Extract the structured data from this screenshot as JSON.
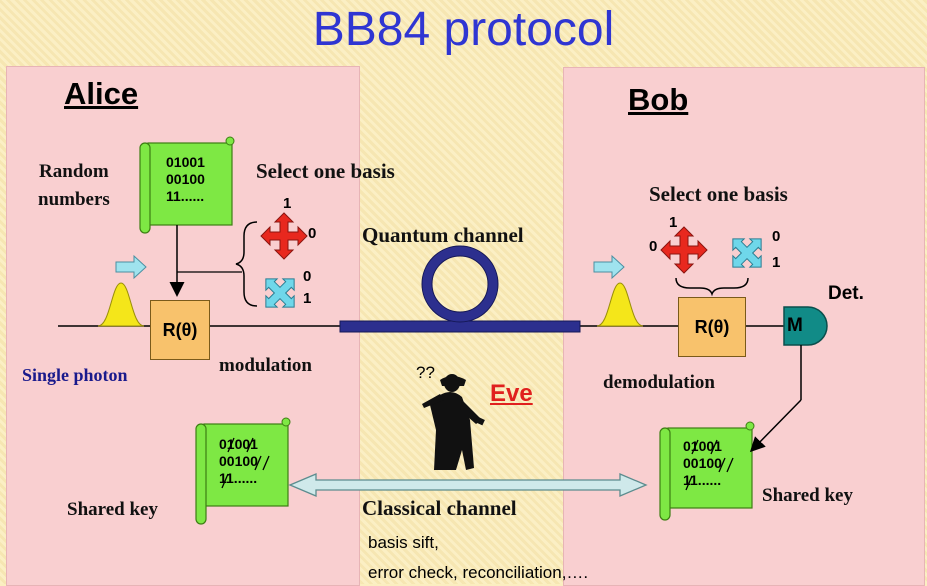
{
  "title": "BB84 protocol",
  "alice": {
    "name": "Alice",
    "random_label": "Random\nnumbers",
    "bits": [
      "01001",
      "00100",
      "11......"
    ],
    "select_basis": "Select one basis",
    "modulator": "R(θ)",
    "modulation": "modulation",
    "single_photon": "Single photon",
    "shared_key": "Shared key",
    "key_bits": [
      "01001",
      "00100",
      "11......"
    ]
  },
  "bob": {
    "name": "Bob",
    "select_basis": "Select one basis",
    "demodulator": "R(θ)",
    "demodulation": "demodulation",
    "detector_label": "Det.",
    "detector_symbol": "M",
    "shared_key": "Shared key",
    "key_bits": [
      "01001",
      "00100",
      "11......"
    ]
  },
  "basis_labels": {
    "rect_top": "1",
    "rect_side": "0",
    "diag_top": "0",
    "diag_bottom": "1"
  },
  "quantum_channel": "Quantum channel",
  "eve": {
    "name": "Eve",
    "thought": "??"
  },
  "classical_channel": "Classical channel",
  "classical_notes": [
    "basis sift,",
    "error check, reconciliation,…."
  ],
  "colors": {
    "title": "#2f35d2",
    "eve": "#e0201e",
    "single_photon": "#1a1a8c",
    "scroll": "#7ee844",
    "fiber": "#2c2f8e",
    "pulse": "#f4e61a",
    "modulator": "#f8c26c",
    "detector": "#118b87",
    "red_arrow": "#e8281e",
    "cyan_arrow": "#6fd7ea"
  }
}
